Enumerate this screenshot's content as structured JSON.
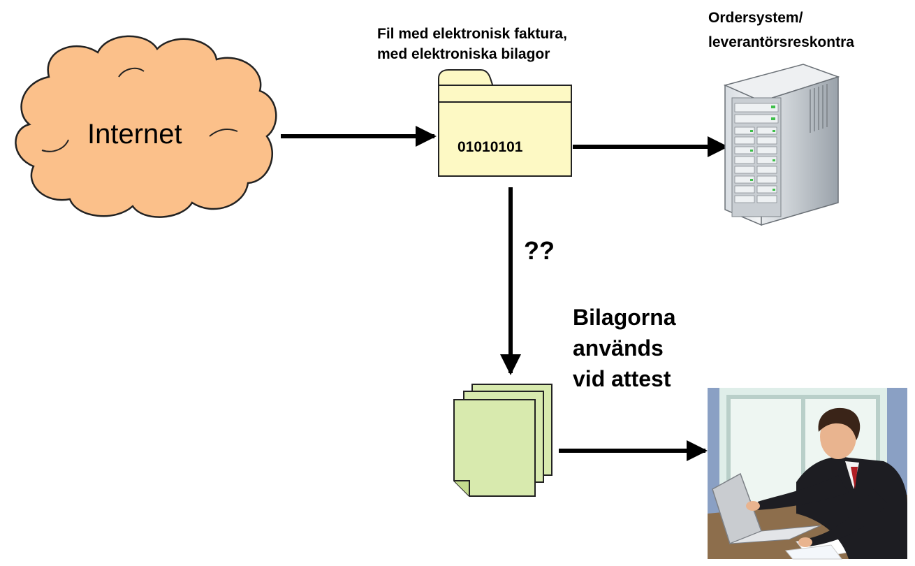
{
  "cloud": {
    "label": "Internet"
  },
  "file": {
    "caption_lines": [
      "Fil med elektronisk faktura,",
      "med elektroniska bilagor"
    ],
    "content": "01010101"
  },
  "server": {
    "caption_lines": [
      "Ordersystem/",
      "leverantörsreskontra"
    ]
  },
  "question": {
    "label": "??"
  },
  "attachments": {
    "caption_lines": [
      "Bilagorna",
      "används",
      "vid attest"
    ]
  },
  "colors": {
    "cloud_fill": "#fbc08a",
    "folder_fill": "#fdf9c4",
    "pages_fill": "#d8eaae",
    "arrow": "#000000",
    "window_blue": "#8aa0c4",
    "desk": "#8d6e4c"
  },
  "icons": [
    "cloud-icon",
    "folder-icon",
    "server-icon",
    "documents-icon",
    "businessman-clipart"
  ]
}
